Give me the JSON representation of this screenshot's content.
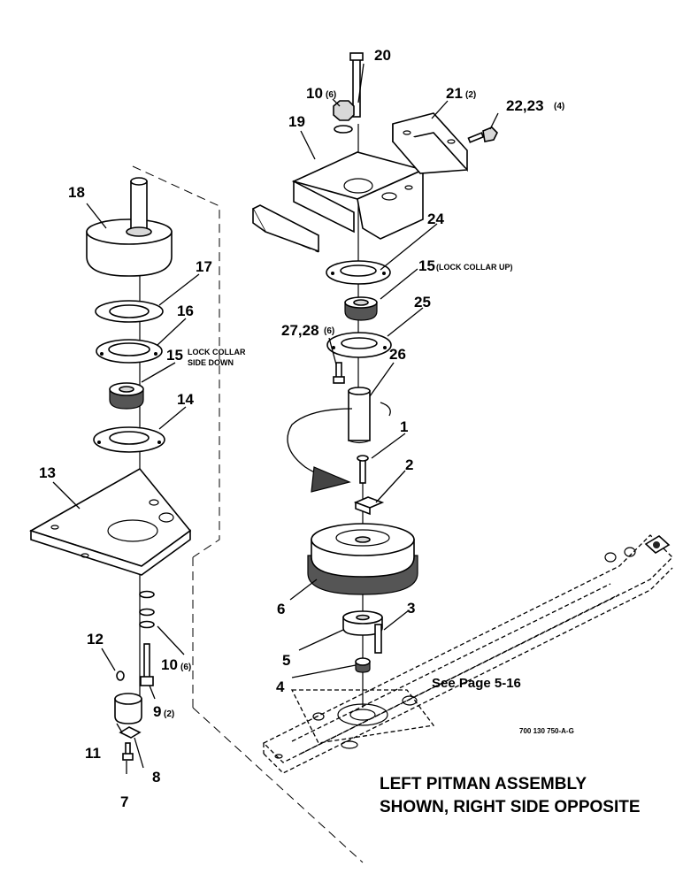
{
  "callouts": {
    "c1": "1",
    "c2": "2",
    "c3": "3",
    "c4": "4",
    "c5": "5",
    "c6": "6",
    "c7": "7",
    "c8": "8",
    "c9": "9",
    "c9q": "(2)",
    "c10a": "10",
    "c10aq": "(6)",
    "c10b": "10",
    "c10bq": "(6)",
    "c11": "11",
    "c12": "12",
    "c13": "13",
    "c14": "14",
    "c15a": "15",
    "c15b": "15",
    "c16": "16",
    "c17": "17",
    "c18": "18",
    "c19": "19",
    "c20": "20",
    "c21": "21",
    "c21q": "(2)",
    "c22": "22,23",
    "c22q": "(4)",
    "c24": "24",
    "c25": "25",
    "c26": "26",
    "c27": "27,28",
    "c27q": "(6)"
  },
  "notes": {
    "lock_collar_up": "(LOCK COLLAR UP)",
    "lock_collar_down_1": "LOCK COLLAR",
    "lock_collar_down_2": "SIDE DOWN",
    "see_page": "See Page 5-16",
    "drawing_code": "700 130 750-A-G",
    "caption_1": "LEFT PITMAN ASSEMBLY",
    "caption_2": "SHOWN, RIGHT SIDE OPPOSITE"
  }
}
